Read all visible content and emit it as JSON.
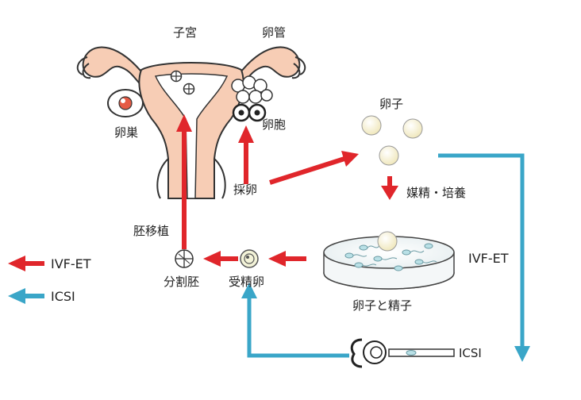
{
  "labels": {
    "uterus": "子宮",
    "fallopian_tube": "卵管",
    "ovary": "卵巣",
    "follicle": "卵胞",
    "egg": "卵子",
    "egg_retrieval": "採卵",
    "insemination_culture": "媒精・培養",
    "egg_and_sperm": "卵子と精子",
    "ivf_et_dish": "IVF-ET",
    "icsi_step": "ICSI",
    "fertilized_egg": "受精卵",
    "cleaved_embryo": "分割胚",
    "embryo_transfer": "胚移植"
  },
  "legend": [
    {
      "label": "IVF-ET",
      "color": "#e0262b"
    },
    {
      "label": "ICSI",
      "color": "#3aa6c8"
    }
  ],
  "colors": {
    "ivf_arrow": "#e0262b",
    "icsi_arrow": "#3aa6c8",
    "organ_fill": "#f7cdb5",
    "organ_stroke": "#333333"
  }
}
